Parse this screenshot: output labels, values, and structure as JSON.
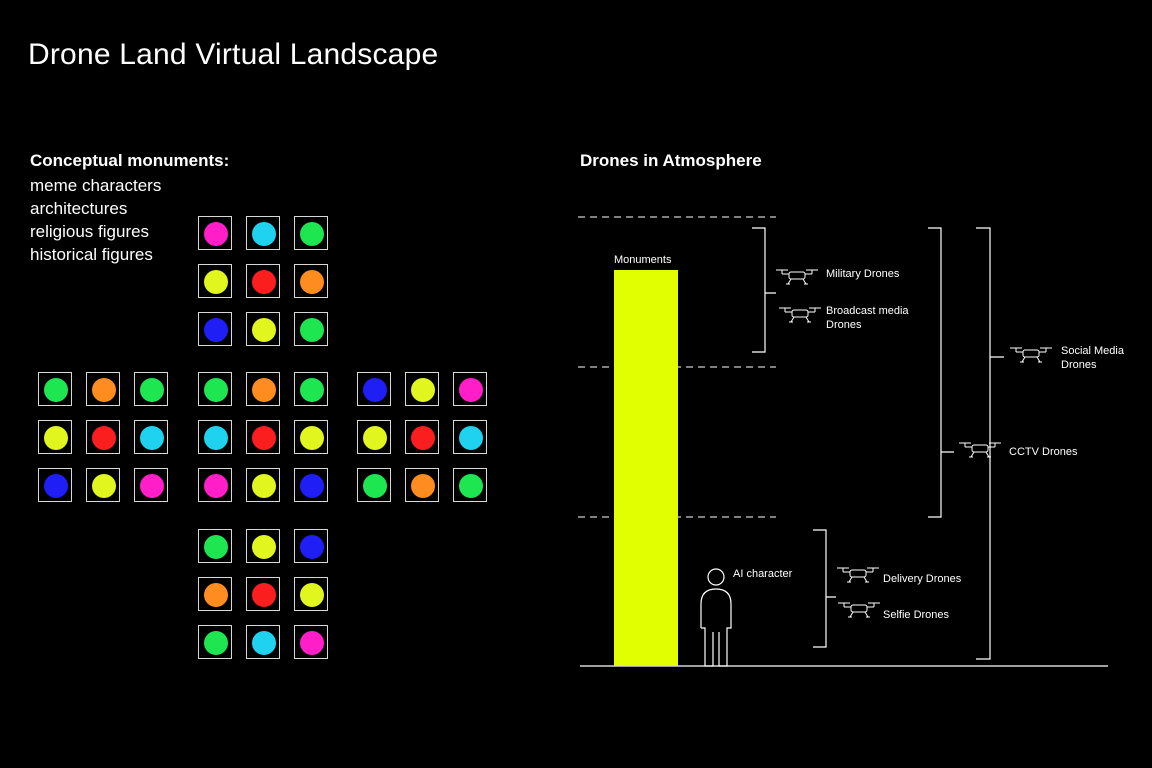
{
  "title": "Drone Land Virtual Landscape",
  "monuments": {
    "heading": "Conceptual monuments:",
    "items": [
      "meme characters",
      "architectures",
      "religious figures",
      "historical figures"
    ]
  },
  "colors": {
    "magenta": "#ff1ec8",
    "cyan": "#1ed2f0",
    "green": "#1ee650",
    "yellow": "#e1f51e",
    "red": "#fa1e1e",
    "orange": "#ff8c1e",
    "blue": "#1e1ef5",
    "monument_bar": "#e1ff00"
  },
  "grids": [
    [
      "magenta",
      "cyan",
      "green",
      "yellow",
      "red",
      "orange",
      "blue",
      "yellow",
      "green"
    ],
    [
      "green",
      "orange",
      "green",
      "yellow",
      "red",
      "cyan",
      "blue",
      "yellow",
      "magenta"
    ],
    [
      "green",
      "orange",
      "green",
      "cyan",
      "red",
      "yellow",
      "magenta",
      "yellow",
      "blue"
    ],
    [
      "blue",
      "yellow",
      "magenta",
      "yellow",
      "red",
      "cyan",
      "green",
      "orange",
      "green"
    ],
    [
      "green",
      "yellow",
      "blue",
      "orange",
      "red",
      "yellow",
      "green",
      "cyan",
      "magenta"
    ]
  ],
  "atmosphere": {
    "heading": "Drones in Atmosphere",
    "monuments_label": "Monuments",
    "ai_character_label": "AI character",
    "drones": {
      "military": "Military Drones",
      "broadcast": "Broadcast media\nDrones",
      "social": "Social Media\nDrones",
      "cctv": "CCTV Drones",
      "delivery": "Delivery Drones",
      "selfie": "Selfie Drones"
    }
  }
}
